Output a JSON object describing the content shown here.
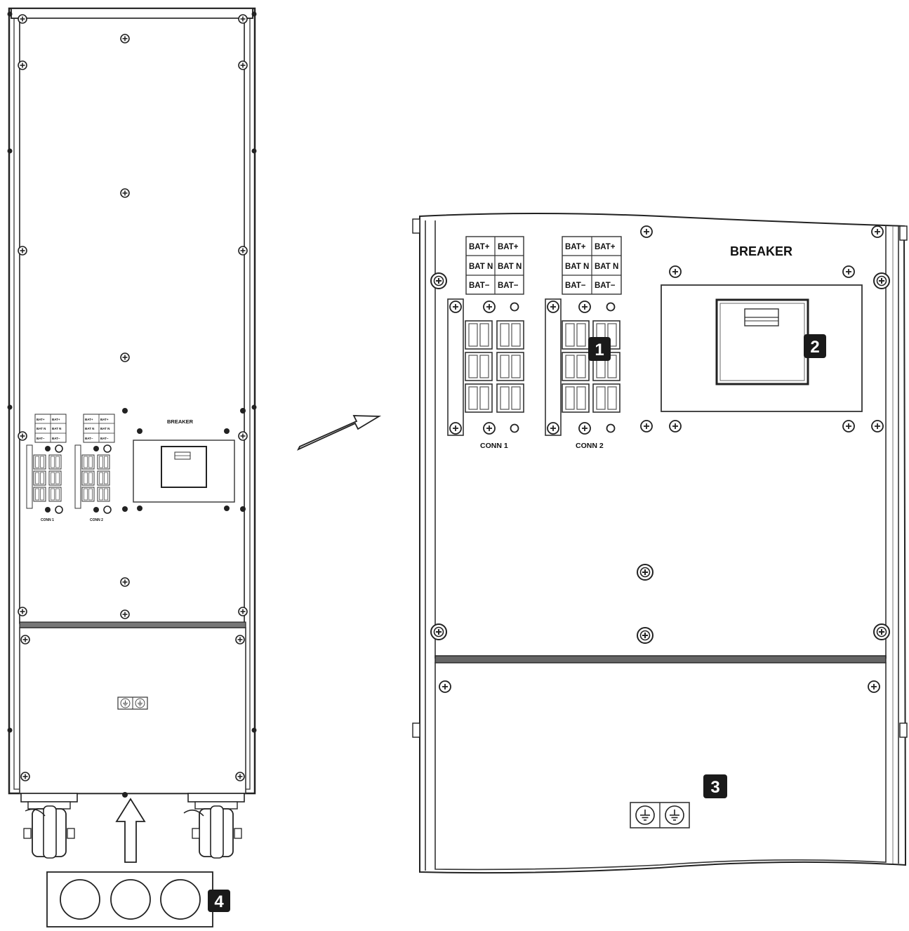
{
  "left_view": {
    "terminals": {
      "conn1": {
        "rows": [
          [
            "BAT+",
            "BAT+"
          ],
          [
            "BAT N",
            "BAT N"
          ],
          [
            "BAT−",
            "BAT−"
          ]
        ],
        "caption": "CONN 1"
      },
      "conn2": {
        "rows": [
          [
            "BAT+",
            "BAT+"
          ],
          [
            "BAT N",
            "BAT N"
          ],
          [
            "BAT−",
            "BAT−"
          ]
        ],
        "caption": "CONN 2"
      }
    },
    "breaker_label": "BREAKER",
    "callout_4": "4"
  },
  "detail_view": {
    "terminals": {
      "conn1": {
        "rows": [
          [
            "BAT+",
            "BAT+"
          ],
          [
            "BAT N",
            "BAT N"
          ],
          [
            "BAT−",
            "BAT−"
          ]
        ],
        "caption": "CONN 1"
      },
      "conn2": {
        "rows": [
          [
            "BAT+",
            "BAT+"
          ],
          [
            "BAT N",
            "BAT N"
          ],
          [
            "BAT−",
            "BAT−"
          ]
        ],
        "caption": "CONN 2"
      }
    },
    "breaker_label": "BREAKER",
    "callouts": [
      "1",
      "2",
      "3"
    ]
  },
  "icons": {
    "screw": "screw-icon",
    "ground": "ground-symbol-icon",
    "arrow": "pointer-arrow-icon",
    "wheel": "caster-wheel-icon"
  }
}
